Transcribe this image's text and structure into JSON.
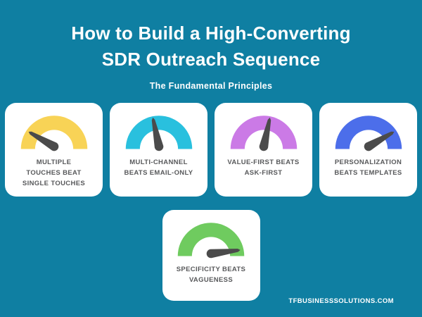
{
  "page": {
    "background_color": "#0f7fa2",
    "title": "How to Build a High-Converting\nSDR Outreach Sequence",
    "subtitle": "The Fundamental Principles",
    "footer": "TFBUSINESSSOLUTIONS.COM"
  },
  "needle_color": "#4b4b4b",
  "cards": [
    {
      "icon": "gauge-icon",
      "label": "MULTIPLE\nTOUCHES BEAT\nSINGLE TOUCHES",
      "gauge_color": "#f8d356",
      "needle_angle_deg": 150
    },
    {
      "icon": "gauge-icon",
      "label": "MULTI-CHANNEL\nBEATS EMAIL-ONLY",
      "gauge_color": "#29c0de",
      "needle_angle_deg": 102
    },
    {
      "icon": "gauge-icon",
      "label": "VALUE-FIRST BEATS\nASK-FIRST",
      "gauge_color": "#cb7ae6",
      "needle_angle_deg": 78
    },
    {
      "icon": "gauge-icon",
      "label": "PERSONALIZATION\nBEATS TEMPLATES",
      "gauge_color": "#4c6eea",
      "needle_angle_deg": 30
    },
    {
      "icon": "gauge-icon",
      "label": "SPECIFICITY BEATS\nVAGUENESS",
      "gauge_color": "#6fcb5f",
      "needle_angle_deg": 7
    }
  ]
}
